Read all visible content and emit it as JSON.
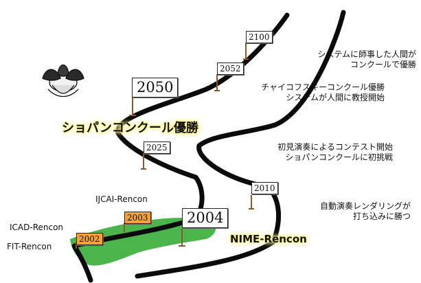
{
  "milestones": {
    "m2100": {
      "year": "2100",
      "caption_line1": "システムに師事した人間が",
      "caption_line2": "コンクールで優勝"
    },
    "m2052": {
      "year": "2052",
      "caption_line1": "チャイコフスキーコンクール優勝",
      "caption_line2": "システムが人間に教授開始"
    },
    "m2050": {
      "year": "2050",
      "caption": "ショパンコンクール優勝"
    },
    "m2025": {
      "year": "2025"
    },
    "m2010": {
      "year": "2010",
      "caption_line1": "自動演奏レンダリングが",
      "caption_line2": "打ち込みに勝つ"
    },
    "m2004": {
      "year": "2004",
      "caption": "NIME-Rencon"
    },
    "m2003": {
      "year": "2003",
      "caption": "IJCAI-Rencon"
    },
    "m2002": {
      "year": "2002",
      "caption_icad": "ICAD-Rencon",
      "caption_fit": "FIT-Rencon"
    }
  },
  "contest": {
    "caption_line1": "初見演奏によるコンテスト開始",
    "caption_line2": "ショパンコンクールに初挑戦"
  },
  "colors": {
    "road": "#0b0b0b",
    "field": "#4bb54b",
    "flag_orange": "#f5a23a",
    "glow": "#fff27a",
    "pole": "#8a5a2b"
  },
  "icons": {
    "flower": "lotus-flower-icon"
  }
}
